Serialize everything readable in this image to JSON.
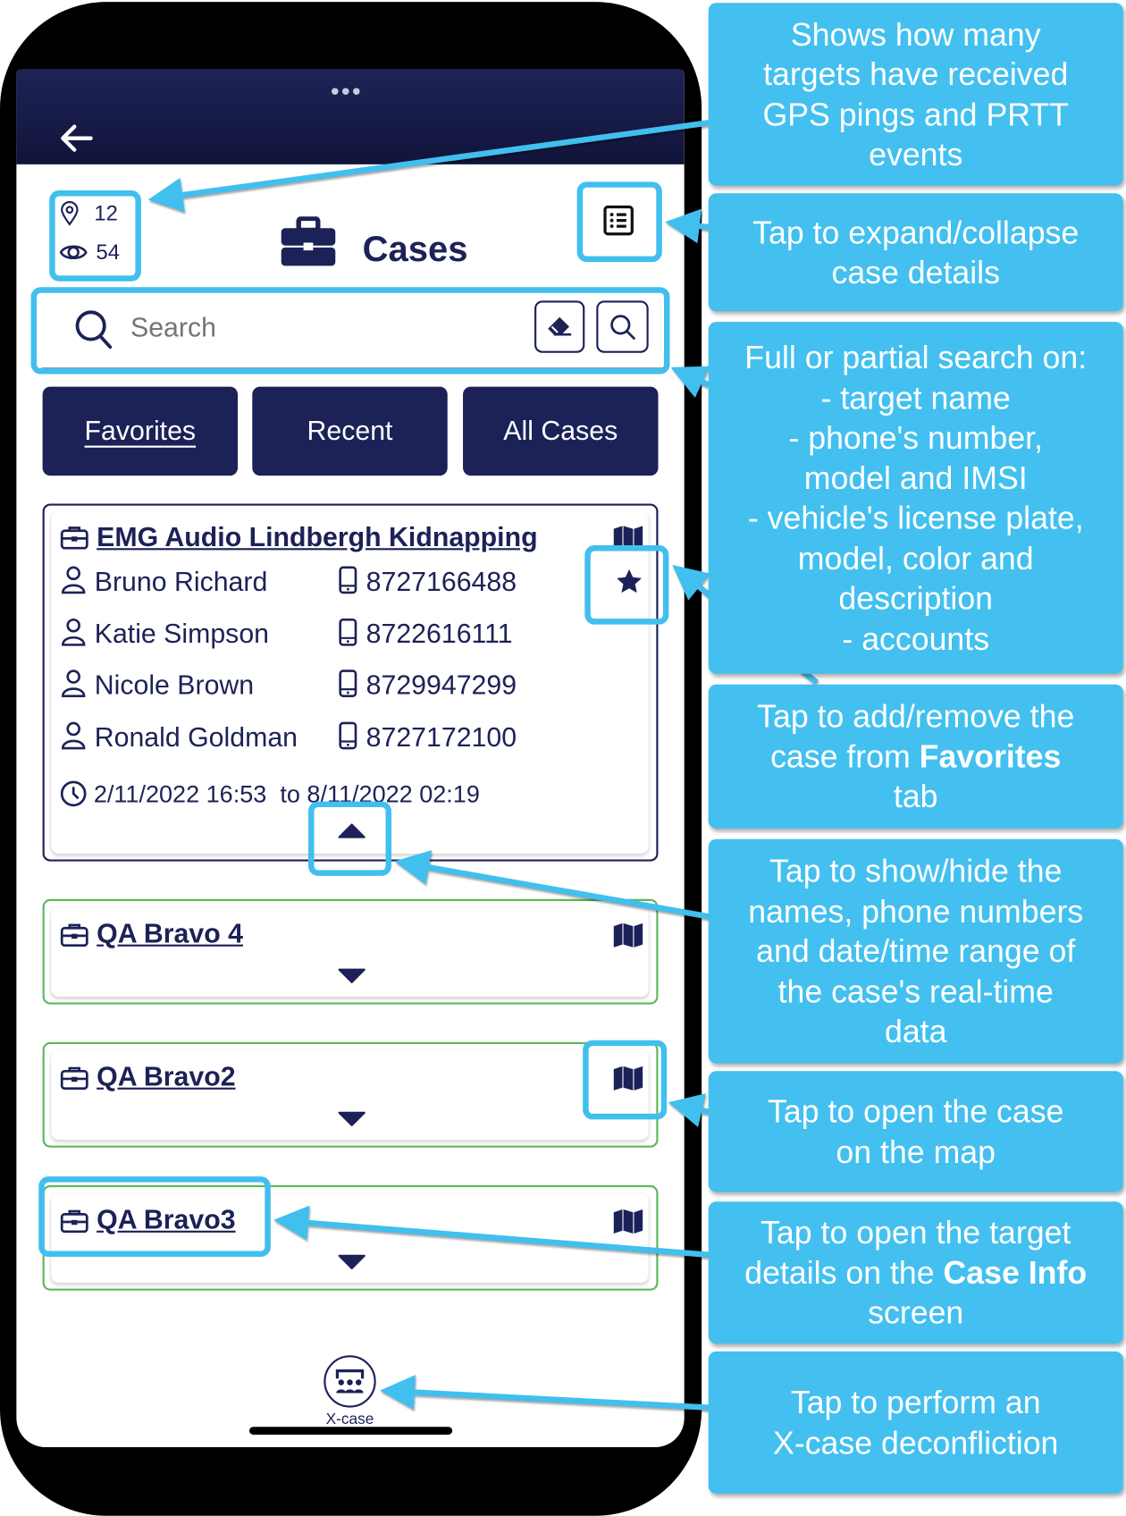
{
  "stats": {
    "gps_count": "12",
    "prtt_count": "54",
    "gps_icon": "map-pin-icon",
    "prtt_icon": "eye-icon"
  },
  "header": {
    "title": "Cases",
    "title_icon": "briefcase-icon"
  },
  "search": {
    "placeholder": "Search"
  },
  "tabs": [
    {
      "label": "Favorites",
      "active": true
    },
    {
      "label": "Recent"
    },
    {
      "label": "All Cases"
    }
  ],
  "cases": [
    {
      "title": "EMG Audio Lindbergh Kidnapping",
      "expanded": true,
      "favorite": true,
      "targets": [
        {
          "name": "Bruno Richard",
          "phone": "8727166488"
        },
        {
          "name": "Katie Simpson",
          "phone": "8722616111"
        },
        {
          "name": "Nicole Brown",
          "phone": "8729947299"
        },
        {
          "name": "Ronald Goldman",
          "phone": "8727172100"
        }
      ],
      "range": {
        "from": "2/11/2022 16:53",
        "to_label": "to",
        "to": "8/11/2022 02:19"
      }
    },
    {
      "title": "QA Bravo 4",
      "expanded": false
    },
    {
      "title": "QA Bravo2",
      "expanded": false
    },
    {
      "title": "QA Bravo3",
      "expanded": false
    }
  ],
  "bottom": {
    "xcase_label": "X-case"
  },
  "colors": {
    "navy": "#1c2257",
    "callout": "#43c0ef",
    "highlight": "#41bfef",
    "card_green": "#5cb85c"
  },
  "callouts": [
    {
      "lines": [
        [
          {
            "t": "Shows how many"
          }
        ],
        [
          {
            "t": "targets have received"
          }
        ],
        [
          {
            "t": "GPS pings and PRTT"
          }
        ],
        [
          {
            "t": "events"
          }
        ]
      ]
    },
    {
      "lines": [
        [
          {
            "t": "Tap to expand/collapse"
          }
        ],
        [
          {
            "t": "case details"
          }
        ]
      ]
    },
    {
      "lines": [
        [
          {
            "t": "Full or partial search on:"
          }
        ],
        [
          {
            "t": "- target name"
          }
        ],
        [
          {
            "t": "- phone's number,"
          }
        ],
        [
          {
            "t": "model and IMSI"
          }
        ],
        [
          {
            "t": "- vehicle's license plate,"
          }
        ],
        [
          {
            "t": "model, color and"
          }
        ],
        [
          {
            "t": "description"
          }
        ],
        [
          {
            "t": "- accounts"
          }
        ]
      ]
    },
    {
      "lines": [
        [
          {
            "t": "Tap to add/remove the"
          }
        ],
        [
          {
            "t": "case from "
          },
          {
            "t": "Favorites",
            "b": true
          }
        ],
        [
          {
            "t": "tab"
          }
        ]
      ]
    },
    {
      "lines": [
        [
          {
            "t": "Tap to show/hide the"
          }
        ],
        [
          {
            "t": "names, phone numbers"
          }
        ],
        [
          {
            "t": "and  date/time range of"
          }
        ],
        [
          {
            "t": "the case's real-time"
          }
        ],
        [
          {
            "t": "data"
          }
        ]
      ]
    },
    {
      "lines": [
        [
          {
            "t": "Tap to open the case"
          }
        ],
        [
          {
            "t": "on the map"
          }
        ]
      ]
    },
    {
      "lines": [
        [
          {
            "t": "Tap to open the target"
          }
        ],
        [
          {
            "t": "details on the "
          },
          {
            "t": "Case Info",
            "b": true
          }
        ],
        [
          {
            "t": "screen"
          }
        ]
      ]
    },
    {
      "lines": [
        [
          {
            "t": "Tap to perform an"
          }
        ],
        [
          {
            "t": "X-case deconfliction"
          }
        ]
      ]
    }
  ]
}
